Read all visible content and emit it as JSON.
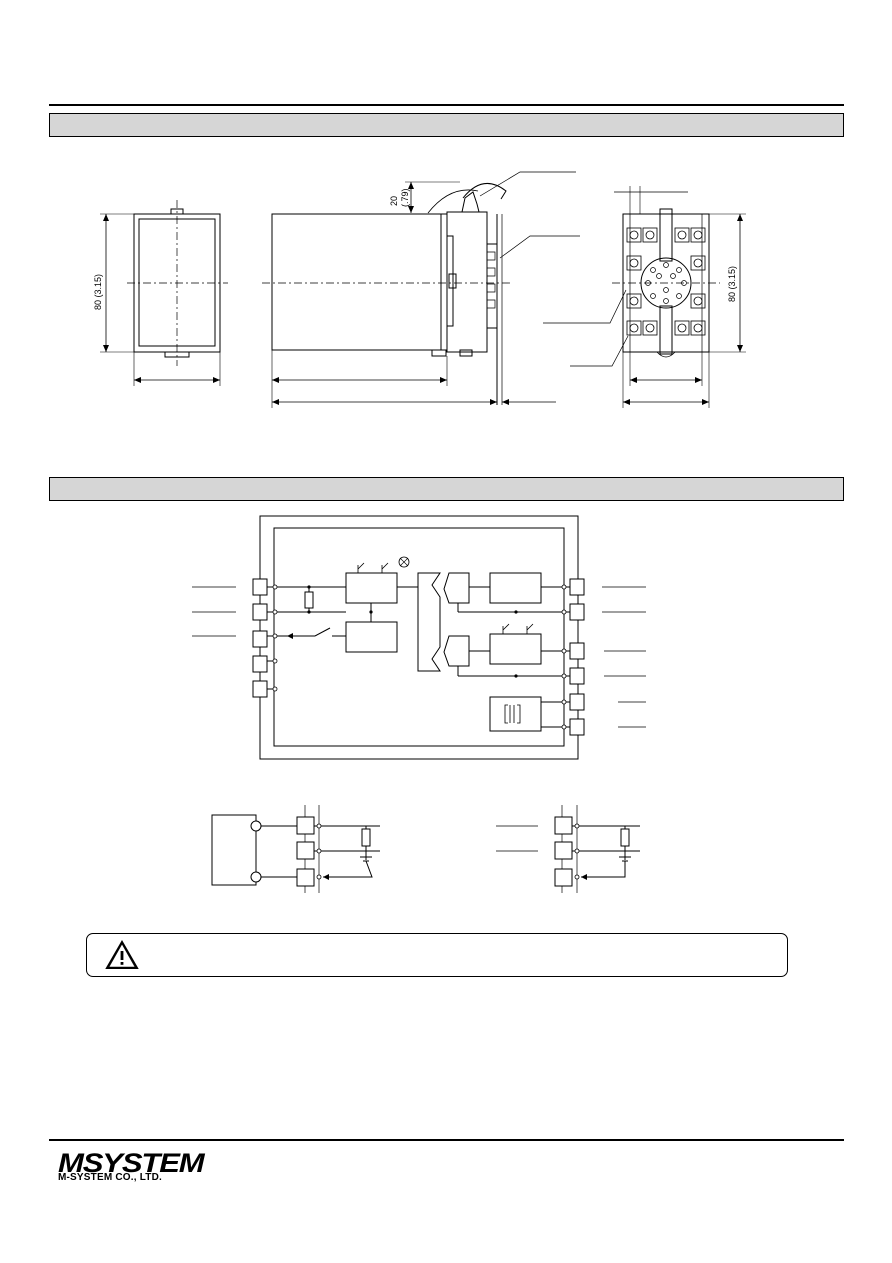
{
  "dimensions": {
    "height_label_left": "80 (3.15)",
    "height_label_right": "80 (3.15)",
    "clearance_label_mm": "20",
    "clearance_label_in": "(.79)"
  },
  "company": {
    "logo_text": "MSYSTEM",
    "name": "M-SYSTEM CO., LTD."
  }
}
